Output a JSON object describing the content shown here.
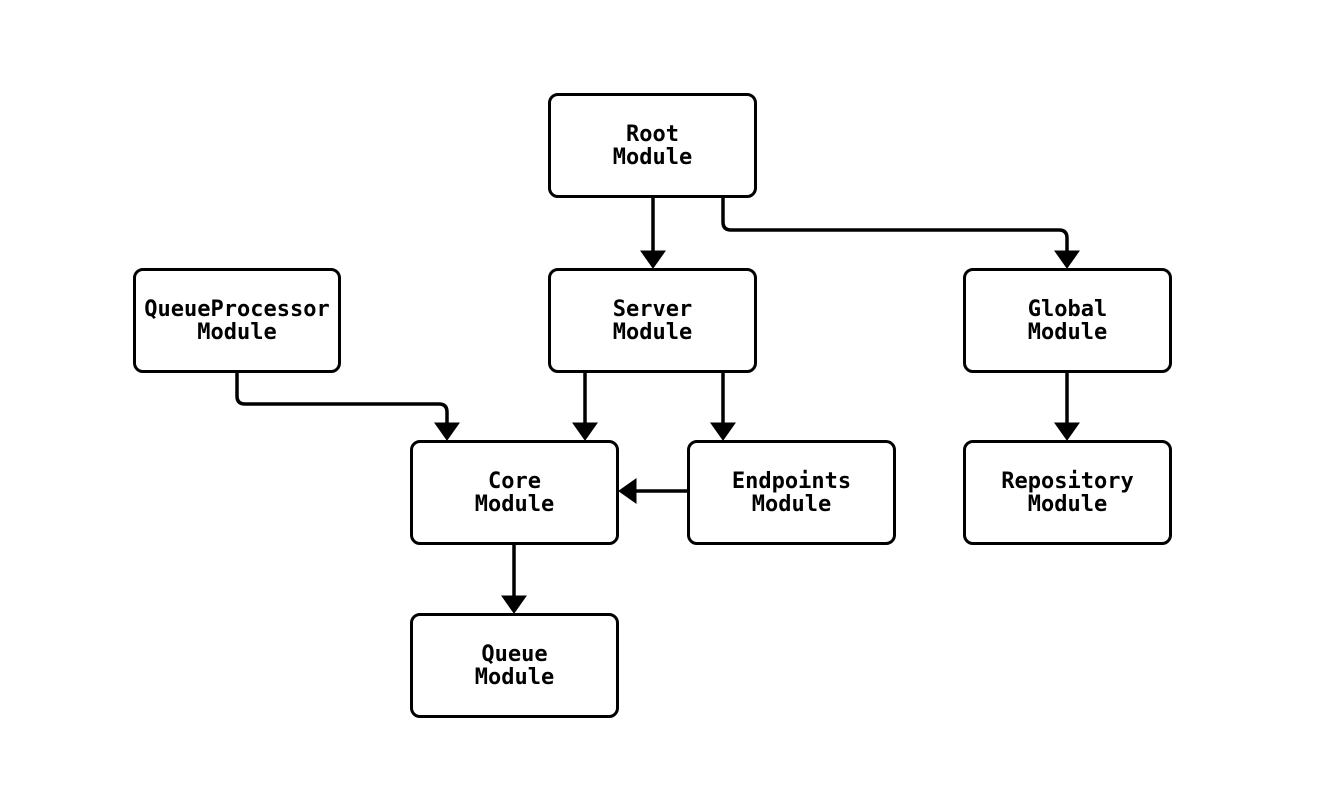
{
  "diagram": {
    "type": "flowchart",
    "direction": "top-down",
    "background_color": "#ffffff",
    "line_color": "#000000",
    "node_fill_color": "#ffffff",
    "text_color": "#000000",
    "nodes": {
      "root": {
        "label": "Root\nModule"
      },
      "queueprocessor": {
        "label": "QueueProcessor\nModule"
      },
      "server": {
        "label": "Server\nModule"
      },
      "global": {
        "label": "Global\nModule"
      },
      "core": {
        "label": "Core\nModule"
      },
      "endpoints": {
        "label": "Endpoints\nModule"
      },
      "repository": {
        "label": "Repository\nModule"
      },
      "queue": {
        "label": "Queue\nModule"
      }
    },
    "edges": [
      {
        "from": "Root Module",
        "to": "Server Module"
      },
      {
        "from": "Root Module",
        "to": "Global Module"
      },
      {
        "from": "QueueProcessor Module",
        "to": "Core Module"
      },
      {
        "from": "Server Module",
        "to": "Core Module"
      },
      {
        "from": "Server Module",
        "to": "Endpoints Module"
      },
      {
        "from": "Endpoints Module",
        "to": "Core Module"
      },
      {
        "from": "Core Module",
        "to": "Queue Module"
      },
      {
        "from": "Global Module",
        "to": "Repository Module"
      }
    ]
  }
}
